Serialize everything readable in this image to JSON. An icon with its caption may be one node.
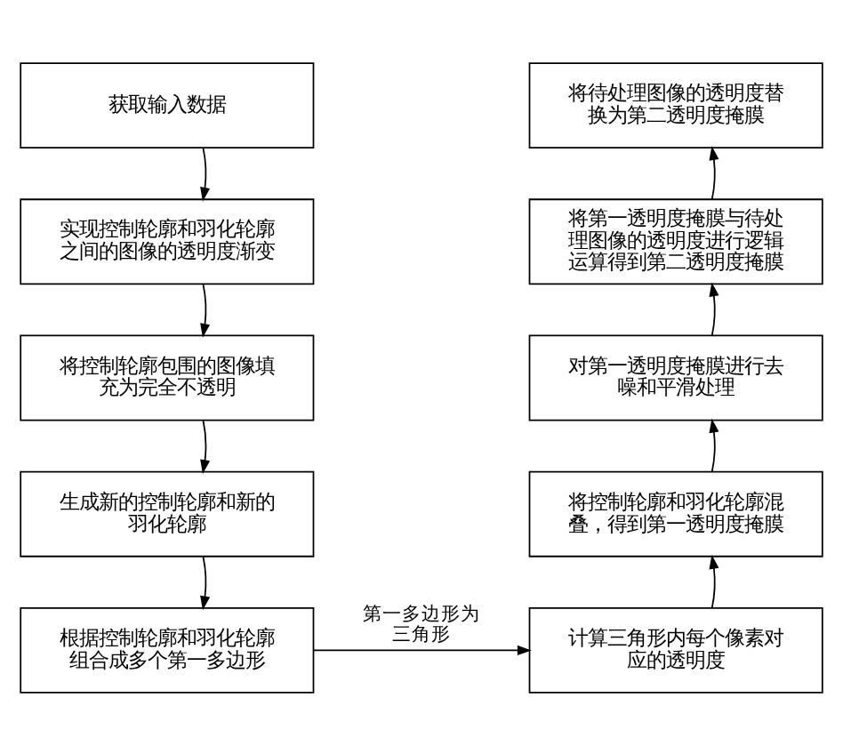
{
  "diagram": {
    "nodes": [
      {
        "text": [
          "获取输入数据"
        ]
      },
      {
        "text": [
          "实现控制轮廓和羽化轮廓之间的图像的透明度渐变"
        ]
      },
      {
        "text": [
          "将控制轮廓包围的图像填充为完全不透明"
        ]
      },
      {
        "text": [
          "生成新的控制轮廓和新的羽化轮廓"
        ]
      },
      {
        "text": [
          "根据控制轮廓和羽化轮廓组合成多个第一多边形"
        ]
      },
      {
        "text": [
          "计算三角形内每个像素对应的透明度"
        ]
      },
      {
        "text": [
          "将控制轮廓和羽化轮廓混叠，得到第一透明度掩膜"
        ]
      },
      {
        "text": [
          "对第一透明度掩膜进行去噪和平滑处理"
        ]
      },
      {
        "text": [
          "将第一透明度掩膜与待处理图像的透明度进行逻辑运算得到第二透明度掩膜"
        ]
      },
      {
        "text": [
          "将待处理图像的透明度替换为第二透明度掩膜"
        ]
      }
    ],
    "edges": [
      {
        "from": 0,
        "to": 1,
        "arrow": "to"
      },
      {
        "from": 1,
        "to": 2,
        "arrow": "to"
      },
      {
        "from": 2,
        "to": 3,
        "arrow": "to"
      },
      {
        "from": 3,
        "to": 4,
        "arrow": "to"
      },
      {
        "from": 4,
        "to": 5,
        "arrow": "to",
        "label": "第一多边形为三角形"
      },
      {
        "from": 5,
        "to": 6,
        "arrow": "to"
      },
      {
        "from": 6,
        "to": 7,
        "arrow": "to"
      },
      {
        "from": 7,
        "to": 8,
        "arrow": "to"
      },
      {
        "from": 8,
        "to": 9,
        "arrow": "to"
      }
    ]
  }
}
